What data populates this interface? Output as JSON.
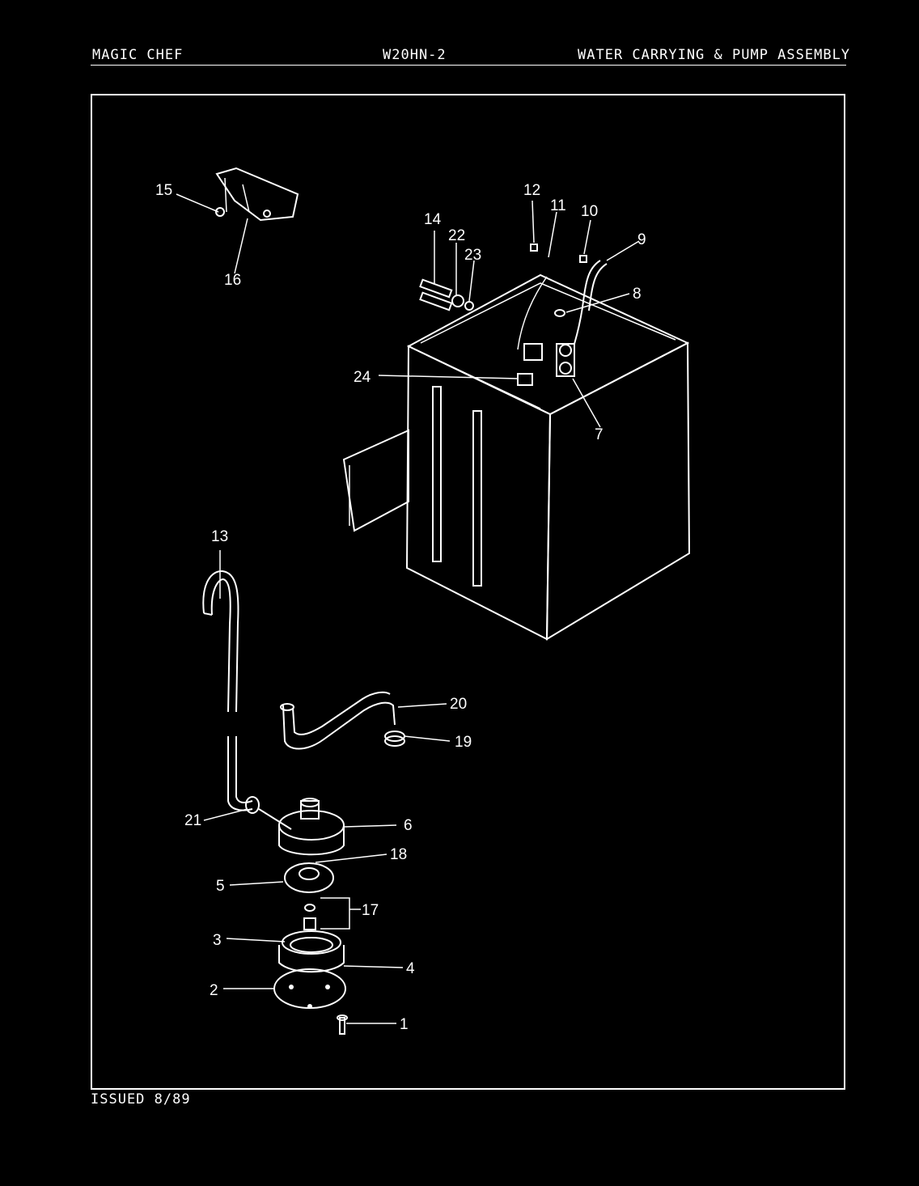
{
  "header": {
    "brand": "MAGIC CHEF",
    "model": "W20HN-2",
    "section": "WATER CARRYING & PUMP ASSEMBLY"
  },
  "footer": {
    "issued": "ISSUED 8/89"
  },
  "callouts": [
    "1",
    "2",
    "3",
    "4",
    "5",
    "6",
    "7",
    "8",
    "9",
    "10",
    "11",
    "12",
    "13",
    "14",
    "15",
    "16",
    "17",
    "18",
    "19",
    "20",
    "21",
    "22",
    "23",
    "24"
  ]
}
